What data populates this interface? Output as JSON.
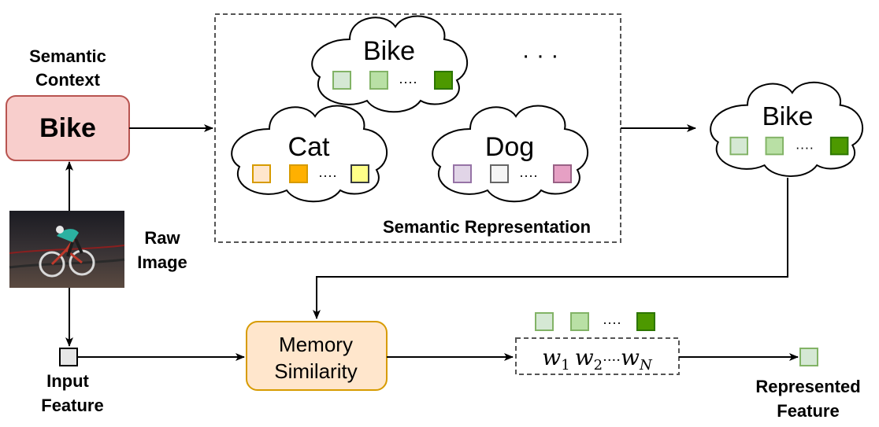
{
  "semantic_context": {
    "label_line1": "Semantic",
    "label_line2": "Context",
    "box_text": "Bike",
    "box_fill": "#f8cecc",
    "box_stroke": "#b85450"
  },
  "raw_image": {
    "label_line1": "Raw",
    "label_line2": "Image"
  },
  "semantic_representation": {
    "label": "Semantic Representation",
    "ellipsis": "· · ·",
    "clouds": [
      {
        "name": "Bike",
        "dots": "····",
        "squares": [
          {
            "fill": "#d5e8d4",
            "stroke": "#82b366"
          },
          {
            "fill": "#b9e0a5",
            "stroke": "#82b366"
          },
          {
            "fill": "#4d9900",
            "stroke": "#2d7600"
          }
        ]
      },
      {
        "name": "Cat",
        "dots": "····",
        "squares": [
          {
            "fill": "#ffe6cc",
            "stroke": "#d79b00"
          },
          {
            "fill": "#ffb000",
            "stroke": "#d79b00"
          },
          {
            "fill": "#ffff88",
            "stroke": "#36393d"
          }
        ]
      },
      {
        "name": "Dog",
        "dots": "····",
        "squares": [
          {
            "fill": "#e1d5e7",
            "stroke": "#9673a6"
          },
          {
            "fill": "#f5f5f5",
            "stroke": "#666666"
          },
          {
            "fill": "#e6a0c4",
            "stroke": "#996185"
          }
        ]
      }
    ]
  },
  "retrieved_cloud": {
    "name": "Bike",
    "dots": "····",
    "squares": [
      {
        "fill": "#d5e8d4",
        "stroke": "#82b366"
      },
      {
        "fill": "#b9e0a5",
        "stroke": "#82b366"
      },
      {
        "fill": "#4d9900",
        "stroke": "#2d7600"
      }
    ]
  },
  "input_feature": {
    "label_line1": "Input",
    "label_line2": "Feature",
    "square": {
      "fill": "#e6e6e6",
      "stroke": "#000000"
    }
  },
  "memory_similarity": {
    "line1": "Memory",
    "line2": "Similarity",
    "fill": "#ffe6cc",
    "stroke": "#d79b00"
  },
  "weights": {
    "w1": "w",
    "s1": "1",
    "w2": "w",
    "s2": "2",
    "dots": "····",
    "wN": "w",
    "sN": "N",
    "dots_above": "····",
    "squares_above": [
      {
        "fill": "#d5e8d4",
        "stroke": "#82b366"
      },
      {
        "fill": "#b9e0a5",
        "stroke": "#82b366"
      },
      {
        "fill": "#4d9900",
        "stroke": "#2d7600"
      }
    ]
  },
  "represented_feature": {
    "label_line1": "Represented",
    "label_line2": "Feature",
    "square": {
      "fill": "#d5e8d4",
      "stroke": "#82b366"
    }
  }
}
